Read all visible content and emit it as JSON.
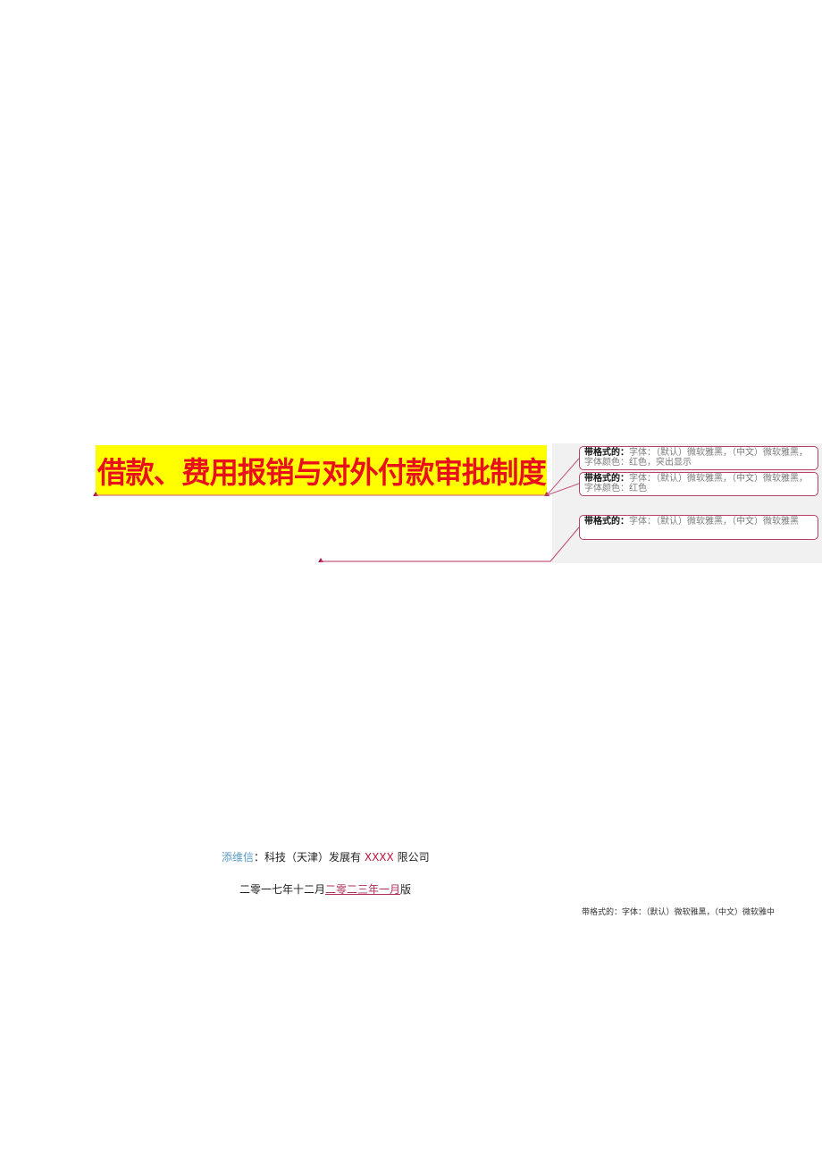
{
  "document": {
    "title": "借款、费用报销与对外付款审批制度",
    "company": {
      "inserted_prefix": "添维信",
      "text_a": "：科技（天津）发展有",
      "inserted_mid": "XXXX",
      "text_b": "限公司"
    },
    "date": {
      "original": "二零一七年十二月",
      "inserted": "二零二三年一月",
      "suffix": "版"
    },
    "inline_format_note": "带格式的：字体：（默认）微软雅黑，（中文）微软雅中"
  },
  "markup_balloons": [
    {
      "label": "带格式的：",
      "text": "字体：（默认）微软雅黑，（中文）微软雅黑，字体颜色：红色，突出显示"
    },
    {
      "label": "带格式的：",
      "text": "字体：（默认）微软雅黑，（中文）微软雅黑，字体颜色：红色"
    },
    {
      "label": "带格式的：",
      "text": "字体：（默认）微软雅黑，（中文）微软雅黑"
    }
  ],
  "colors": {
    "title_highlight": "#ffff00",
    "title_text": "#e8101a",
    "balloon_border": "#b8416a",
    "markup_pane": "#f1f1f1"
  }
}
